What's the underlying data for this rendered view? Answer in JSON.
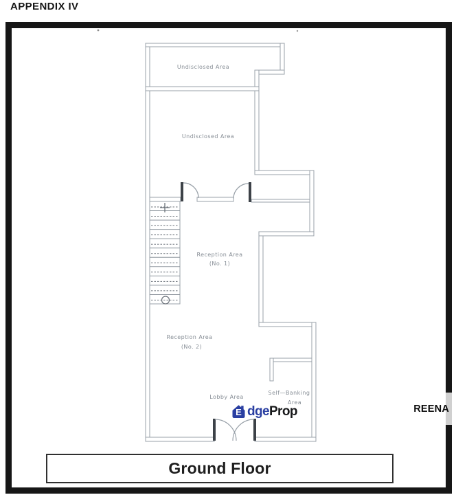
{
  "header": {
    "appendix": "APPENDIX IV"
  },
  "plan": {
    "rooms": {
      "undisclosed_top": "Undisclosed Area",
      "undisclosed_mid": "Undisclosed Area",
      "reception1_line1": "Reception Area",
      "reception1_line2": "(No. 1)",
      "reception2_line1": "Reception Area",
      "reception2_line2": "(No. 2)",
      "lobby": "Lobby Area",
      "selfbanking_line1": "Self—Banking",
      "selfbanking_line2": "Area"
    },
    "colors": {
      "wall": "#98a0a8",
      "door": "#3d4248",
      "label": "#868d95"
    }
  },
  "footer": {
    "floor": "Ground Floor"
  },
  "watermarks": {
    "edgeprop": {
      "letter": "E",
      "edge": "dge",
      "prop": "Prop",
      "blue": "#2a3fa2",
      "dark": "#17181a"
    },
    "agent": "REENA"
  }
}
